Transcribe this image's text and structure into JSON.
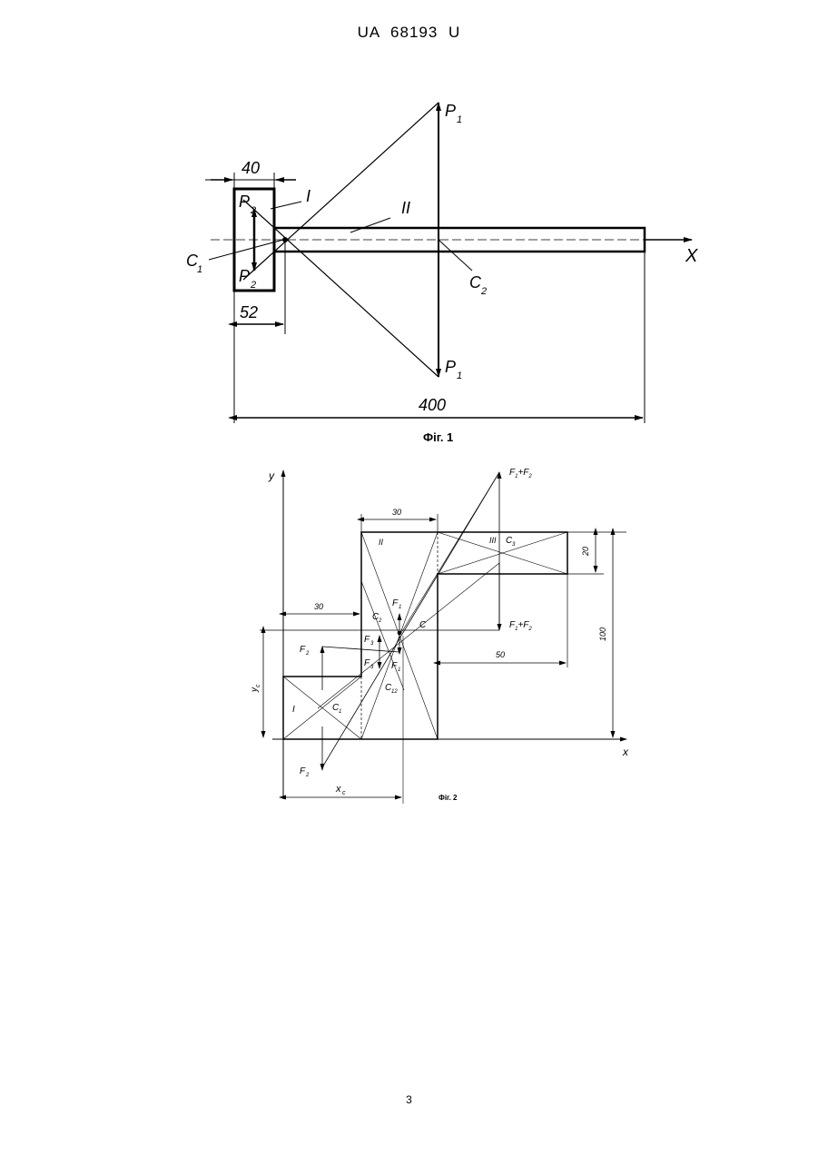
{
  "header": "UA   68193   U",
  "page_number": "3",
  "figure1": {
    "caption": "Фіг. 1",
    "dim_40": "40",
    "dim_52": "52",
    "dim_400": "400",
    "label_P1": "P",
    "label_P1_sub": "1",
    "label_P2": "P",
    "label_P2_sub": "2",
    "label_C1": "C",
    "label_C1_sub": "1",
    "label_C2": "C",
    "label_C2_sub": "2",
    "label_I": "I",
    "label_II": "II",
    "label_X": "X"
  },
  "figure2": {
    "caption": "Фіг. 2",
    "axis_y": "y",
    "axis_x": "x",
    "dim_30_top": "30",
    "dim_30_left": "30",
    "dim_20": "20",
    "dim_50": "50",
    "dim_100": "100",
    "label_yc": "y",
    "label_yc_sub": "c",
    "label_xc": "x",
    "label_xc_sub": "c",
    "region_I": "I",
    "region_II": "II",
    "region_III": "III",
    "C1": "C",
    "C1_sub": "1",
    "C2": "C",
    "C2_sub": "2",
    "C3": "C",
    "C3_sub": "3",
    "C12": "C",
    "C12_sub": "12",
    "C": "C",
    "F1": "F",
    "F1_sub": "1",
    "F2": "F",
    "F2_sub": "2",
    "F3": "F",
    "F3_sub": "3",
    "F1F2_a": "F",
    "F1F2_a_sub1": "1",
    "F1F2_plus": "+F",
    "F1F2_a_sub2": "2"
  }
}
